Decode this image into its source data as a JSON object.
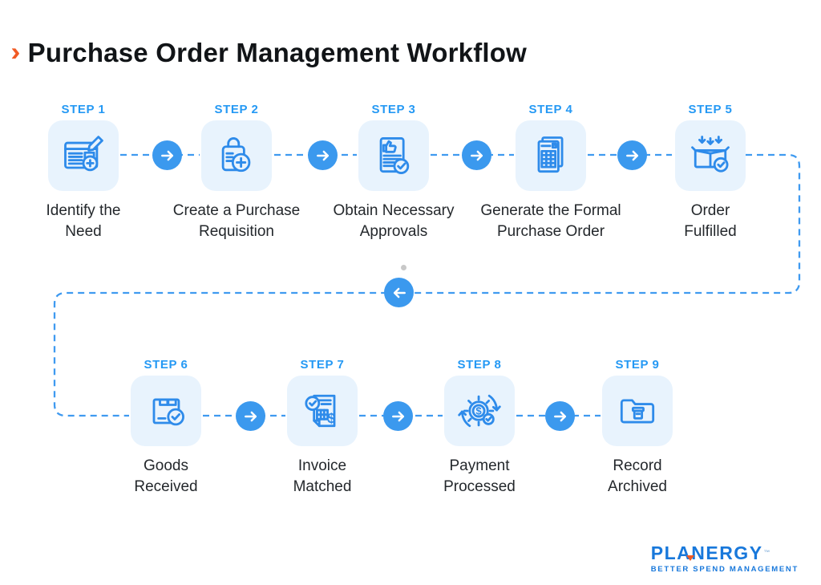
{
  "title": {
    "chevron": "›",
    "text": "Purchase Order Management Workflow"
  },
  "colors": {
    "accent_orange": "#F15A24",
    "arrow_circle_blue": "#3B99EE",
    "dashed_line_blue": "#3F9AF0",
    "step_heading_blue": "#2599F4",
    "tile_background": "#E8F3FD",
    "icon_stroke_blue": "#2E8BEA",
    "label_dark": "#24282C",
    "logo_blue": "#1878DB"
  },
  "steps": [
    {
      "step": "STEP 1",
      "line1": "Identify the",
      "line2": "Need",
      "icon": "document-edit-icon"
    },
    {
      "step": "STEP 2",
      "line1": "Create a Purchase",
      "line2": "Requisition",
      "icon": "shopping-bag-plus-icon"
    },
    {
      "step": "STEP 3",
      "line1": "Obtain Necessary",
      "line2": "Approvals",
      "icon": "approval-document-icon"
    },
    {
      "step": "STEP 4",
      "line1": "Generate the Formal",
      "line2": "Purchase Order",
      "icon": "purchase-order-doc-icon"
    },
    {
      "step": "STEP 5",
      "line1": "Order",
      "line2": "Fulfilled",
      "icon": "order-fulfilled-box-icon"
    },
    {
      "step": "STEP 6",
      "line1": "Goods",
      "line2": "Received",
      "icon": "package-check-icon"
    },
    {
      "step": "STEP 7",
      "line1": "Invoice",
      "line2": "Matched",
      "icon": "invoice-matched-icon"
    },
    {
      "step": "STEP 8",
      "line1": "Payment",
      "line2": "Processed",
      "icon": "payment-gear-icon"
    },
    {
      "step": "STEP 9",
      "line1": "Record",
      "line2": "Archived",
      "icon": "archive-folder-icon"
    }
  ],
  "connectors": {
    "forward_arrow_icon": "arrow-right-icon",
    "return_arrow_icon": "arrow-left-icon"
  },
  "logo": {
    "name": "PLANERGY",
    "tm": "™",
    "tagline": "BETTER SPEND MANAGEMENT"
  }
}
